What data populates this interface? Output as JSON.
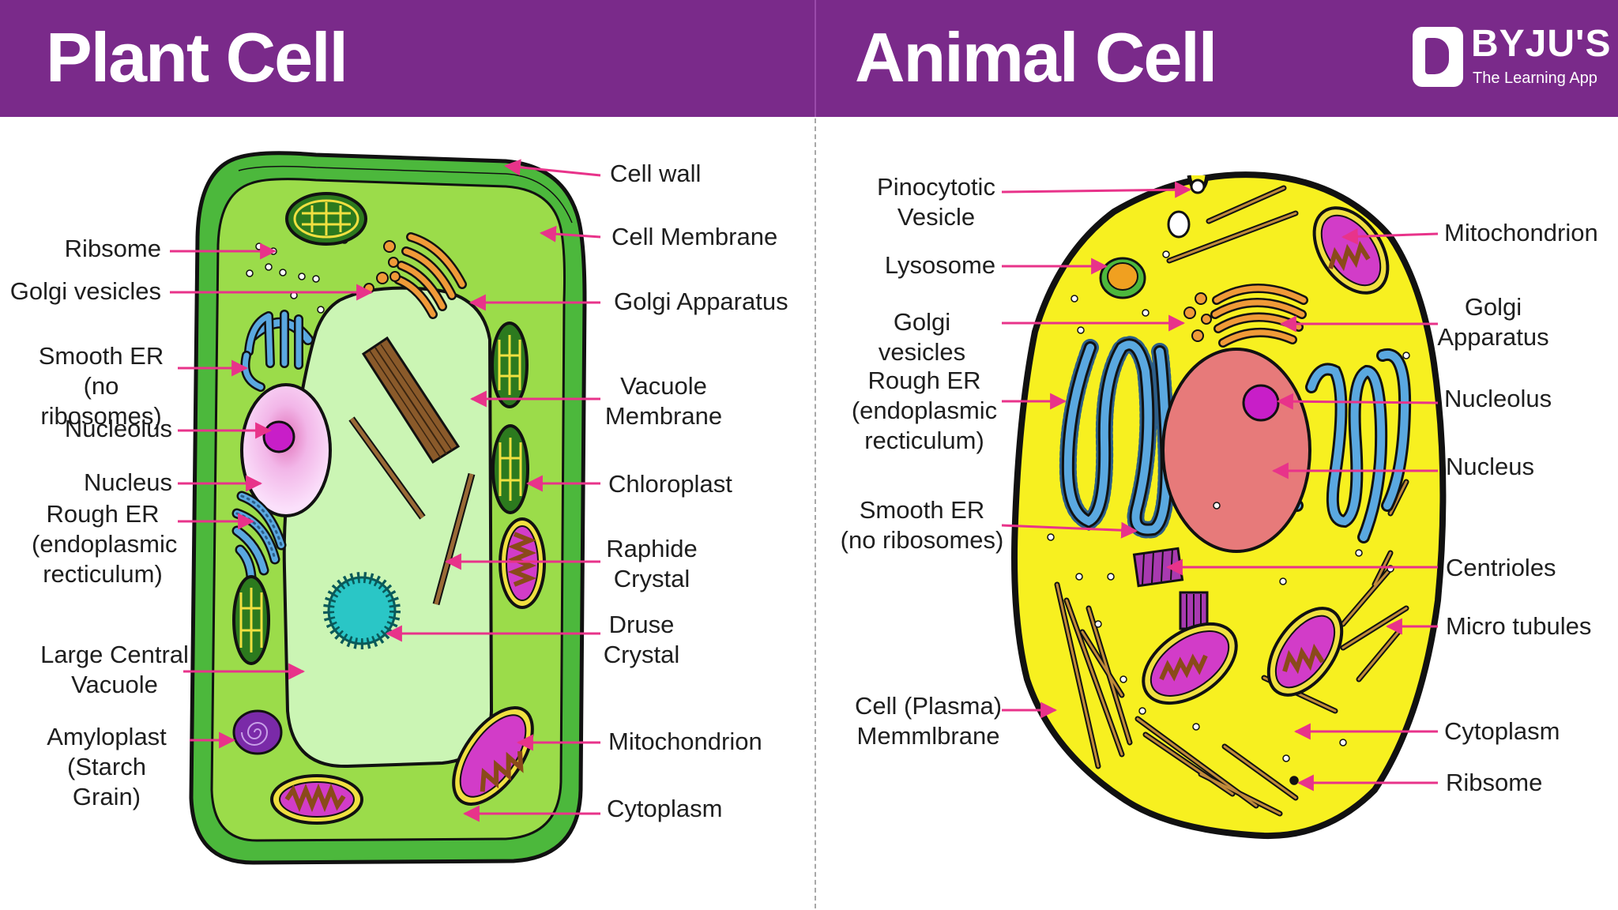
{
  "header": {
    "plant_title": "Plant Cell",
    "animal_title": "Animal Cell",
    "logo_name": "BYJU'S",
    "logo_tagline": "The Learning App"
  },
  "plant_labels": {
    "ribsome": "Ribsome",
    "golgi_vesicles": "Golgi vesicles",
    "smooth_er": "Smooth ER\n(no ribosomes)",
    "nucleolus": "Nucleolus",
    "nucleus": "Nucleus",
    "rough_er": "Rough ER\n(endoplasmic\nrecticulum)",
    "large_central_vacuole": "Large Central\nVacuole",
    "amyloplast": "Amyloplast\n(Starch Grain)",
    "cell_wall": "Cell wall",
    "cell_membrane": "Cell Membrane",
    "golgi_apparatus": "Golgi Apparatus",
    "vacuole_membrane": "Vacuole\nMembrane",
    "chloroplast": "Chloroplast",
    "raphide_crystal": "Raphide\nCrystal",
    "druse_crystal": "Druse\nCrystal",
    "mitochondrion": "Mitochondrion",
    "cytoplasm": "Cytoplasm"
  },
  "animal_labels": {
    "pinocytotic_vesicle": "Pinocytotic\nVesicle",
    "lysosome": "Lysosome",
    "golgi_vesicles": "Golgi vesicles",
    "rough_er": "Rough ER\n(endoplasmic\nrecticulum)",
    "smooth_er": "Smooth ER\n(no ribosomes)",
    "cell_plasma_membrane": "Cell (Plasma)\nMemmlbrane",
    "mitochondrion": "Mitochondrion",
    "golgi_apparatus": "Golgi\nApparatus",
    "nucleolus": "Nucleolus",
    "nucleus": "Nucleus",
    "centrioles": "Centrioles",
    "micro_tubules": "Micro tubules",
    "cytoplasm": "Cytoplasm",
    "ribsome": "Ribsome"
  },
  "colors": {
    "header_purple": "#7a2a8a",
    "arrow_pink": "#e8338a",
    "cell_wall_green": "#4cb83c",
    "cytoplasm_green": "#9bdc4a",
    "vacuole_green": "#cbf5b4",
    "animal_cytoplasm_yellow": "#f7f020",
    "nucleus_pink": "#e77a7a",
    "er_blue": "#5aa8e0"
  }
}
